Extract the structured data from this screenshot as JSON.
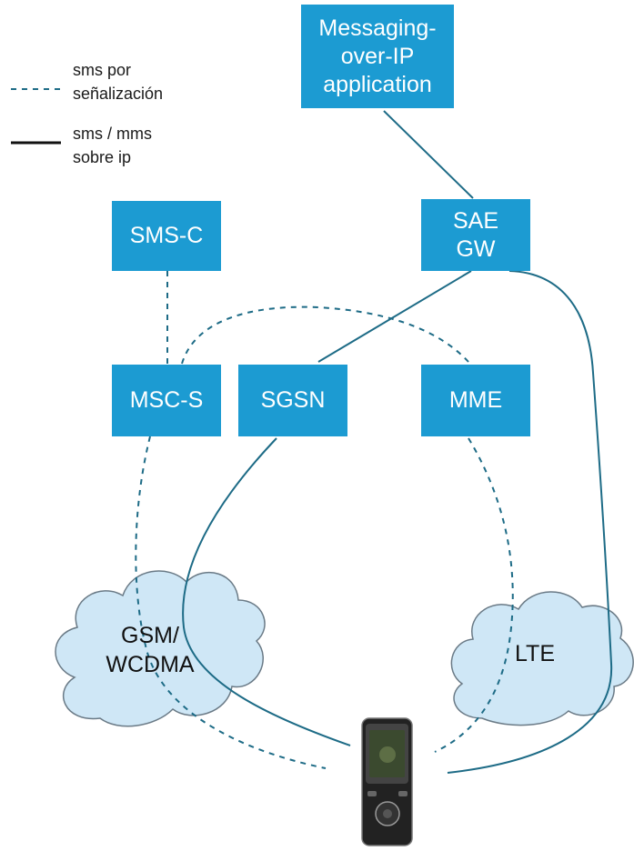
{
  "legend": {
    "dashed_label": "sms por\nseñalización",
    "solid_label": "sms / mms\nsobre ip"
  },
  "nodes": {
    "messaging_app": "Messaging-\nover-IP\napplication",
    "sae_gw": "SAE\nGW",
    "sms_c": "SMS-C",
    "msc_s": "MSC-S",
    "sgsn": "SGSN",
    "mme": "MME"
  },
  "networks": {
    "gsm_wcdma": "GSM/\nWCDMA",
    "lte": "LTE"
  },
  "colors": {
    "node_fill": "#1c9bd2",
    "link_stroke": "#1d6b86",
    "cloud_fill": "#cfe7f6",
    "cloud_stroke": "#6a7a86"
  }
}
